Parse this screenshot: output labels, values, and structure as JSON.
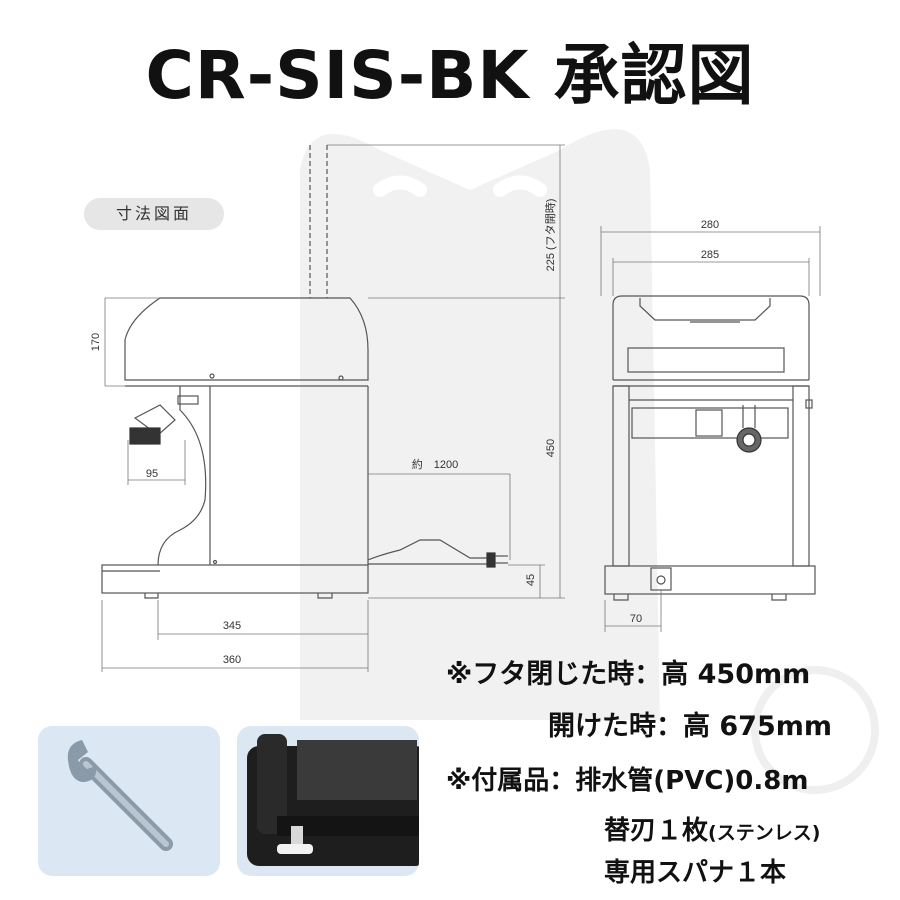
{
  "title": "CR-SIS-BK 承認図",
  "section_label": "寸法図面",
  "dimensions": {
    "side": {
      "d170": "170",
      "d95": "95",
      "d345": "345",
      "d360": "360",
      "d450": "450",
      "d225": "225 (フタ開時)",
      "d45": "45",
      "cord": "約　1200"
    },
    "front": {
      "d280": "280",
      "d285": "285",
      "d70": "70"
    }
  },
  "specs": {
    "closed_label": "※フタ閉じた時：高 450mm",
    "open_label": "開けた時：高 675mm",
    "accessories_label": "※付属品：排水管(PVC)0.8m",
    "blade_main": "替刃１枚",
    "blade_note": "(ステンレス)",
    "wrench_label": "専用スパナ１本"
  },
  "colors": {
    "line": "#555555",
    "photo_bg": "#dbe8f3",
    "watermark": "#eeeeee"
  }
}
